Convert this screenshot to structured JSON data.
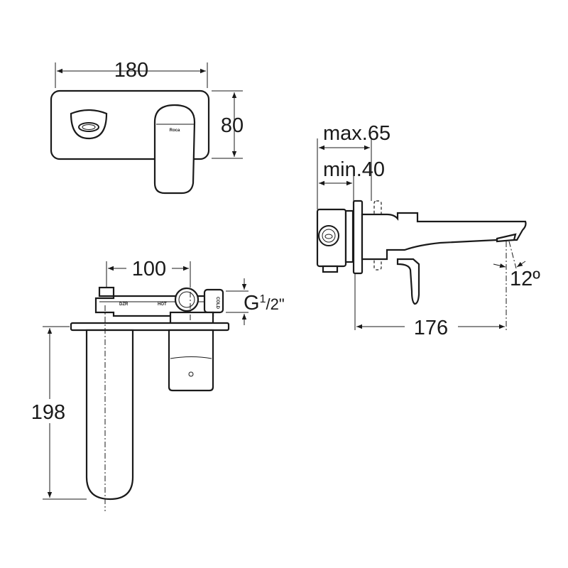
{
  "title": "Wall-mounted basin mixer technical drawing",
  "brand_logo": "Roca",
  "top_view": {
    "width_label": "180",
    "height_label": "80"
  },
  "side_view": {
    "max_depth_label": "max.65",
    "min_depth_label": "min.40",
    "projection_label": "176",
    "angle_label": "12º"
  },
  "front_view": {
    "centres_label": "100",
    "height_label": "198",
    "thread_label_main": "G",
    "thread_sup": "1",
    "thread_sub": "/2\"",
    "marking_dzr": "DZR",
    "marking_hot": "HOT",
    "marking_cold": "COLD"
  },
  "colors": {
    "line": "#1a1a1a",
    "background": "#ffffff"
  }
}
